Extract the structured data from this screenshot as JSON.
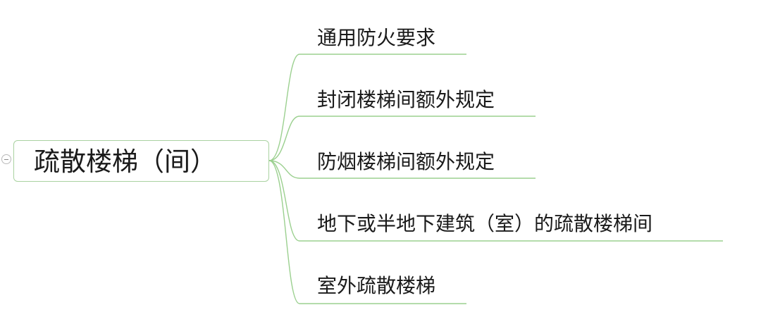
{
  "root": {
    "label": "疏散楼梯（间）"
  },
  "branches": [
    {
      "label": "通用防火要求"
    },
    {
      "label": "封闭楼梯间额外规定"
    },
    {
      "label": "防烟楼梯间额外规定"
    },
    {
      "label": "地下或半地下建筑（室）的疏散楼梯间"
    },
    {
      "label": "室外疏散楼梯"
    }
  ],
  "colors": {
    "connector": "#9bd08f",
    "node_border": "#a9d2a0",
    "text": "#1a1a1a"
  },
  "icons": {
    "collapse": "collapse-minus-icon"
  }
}
